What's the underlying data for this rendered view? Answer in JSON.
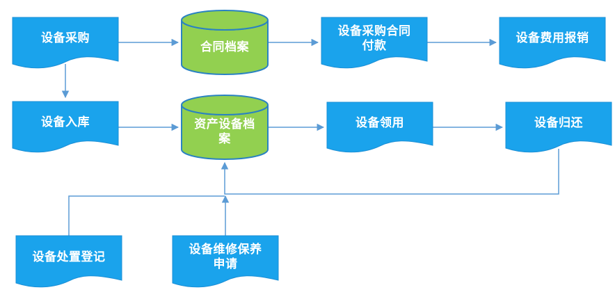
{
  "diagram": {
    "colors": {
      "document_fill": "#1aa3ec",
      "document_edge": "#1b8fd6",
      "database_fill": "#92d050",
      "database_edge": "#2a82c2",
      "connector": "#5b9bd5"
    },
    "nodes": [
      {
        "id": "procure",
        "shape": "document",
        "label": "设备采购"
      },
      {
        "id": "contract_archive",
        "shape": "database",
        "label": "合同档案"
      },
      {
        "id": "contract_payment",
        "shape": "document",
        "label": "设备采购合同\n付款"
      },
      {
        "id": "expense_reimburse",
        "shape": "document",
        "label": "设备费用报销"
      },
      {
        "id": "warehousing",
        "shape": "document",
        "label": "设备入库"
      },
      {
        "id": "asset_archive",
        "shape": "database",
        "label": "资产设备档\n案"
      },
      {
        "id": "requisition",
        "shape": "document",
        "label": "设备领用"
      },
      {
        "id": "return",
        "shape": "document",
        "label": "设备归还"
      },
      {
        "id": "disposal",
        "shape": "document",
        "label": "设备处置登记"
      },
      {
        "id": "maintenance",
        "shape": "document",
        "label": "设备维修保养\n申请"
      }
    ],
    "edges": [
      {
        "from": "procure",
        "to": "contract_archive"
      },
      {
        "from": "contract_archive",
        "to": "contract_payment"
      },
      {
        "from": "contract_payment",
        "to": "expense_reimburse"
      },
      {
        "from": "procure",
        "to": "warehousing"
      },
      {
        "from": "warehousing",
        "to": "asset_archive"
      },
      {
        "from": "asset_archive",
        "to": "requisition"
      },
      {
        "from": "requisition",
        "to": "return"
      },
      {
        "from": "return",
        "to": "asset_archive"
      },
      {
        "from": "disposal",
        "to": "asset_archive"
      },
      {
        "from": "maintenance",
        "to": "asset_archive"
      }
    ]
  }
}
